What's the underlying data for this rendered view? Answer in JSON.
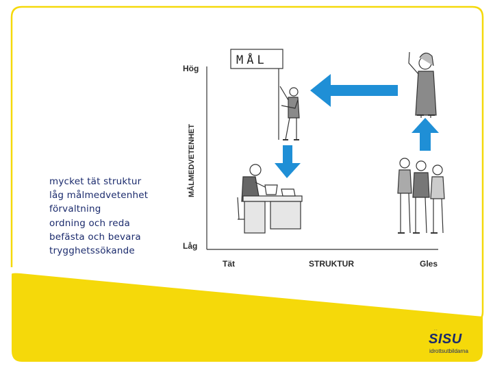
{
  "bullets": [
    "mycket tät struktur",
    "låg målmedvetenhet",
    "förvaltning",
    "ordning och reda",
    "befästa och bevara",
    "trygghetssökande"
  ],
  "diagram": {
    "y_axis_label": "MÅLMEDVETENHET",
    "y_high": "Hög",
    "y_low": "Låg",
    "x_axis_label": "STRUKTUR",
    "x_left": "Tät",
    "x_right": "Gles",
    "sign_text": "MÅL",
    "arrow_color": "#1f8fd6"
  },
  "logo": {
    "name": "SISU",
    "tagline": "idrottsutbildarna"
  },
  "colors": {
    "frame_yellow": "#f5d90a",
    "text_blue": "#1a2a6c"
  },
  "icons": [
    "flag-bearer-figure",
    "pointing-person-figure",
    "group-of-people-figure",
    "office-worker-at-desk-figure",
    "left-arrow-icon",
    "up-arrow-icon",
    "down-arrow-icon"
  ]
}
